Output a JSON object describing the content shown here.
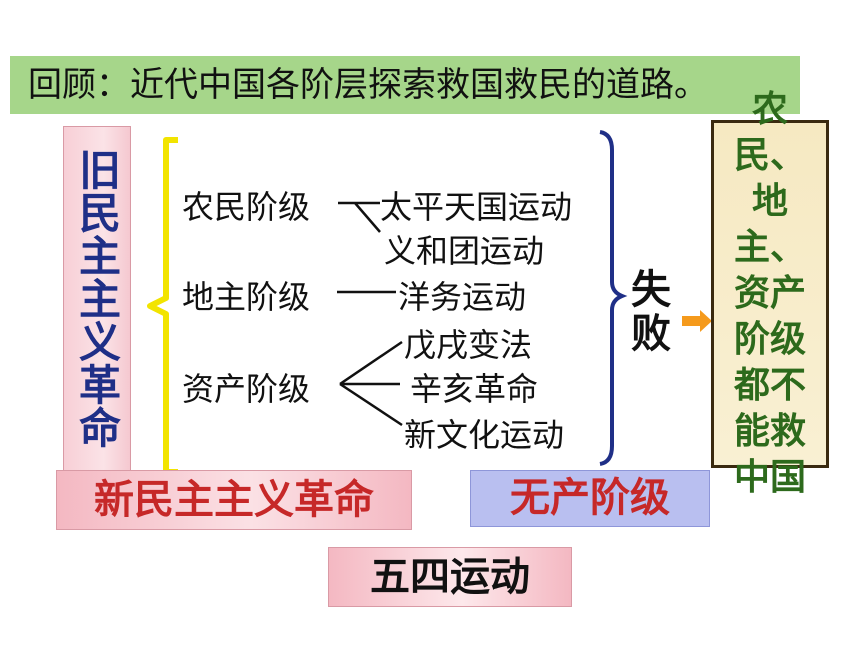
{
  "title": "回顾：近代中国各阶层探索救国救民的道路。",
  "old_revolution": "旧民主主义革命",
  "classes": {
    "peasant": "农民阶级",
    "landlord": "地主阶级",
    "bourgeois": "资产阶级"
  },
  "movements": {
    "taiping": "太平天国运动",
    "boxer": "义和团运动",
    "westernization": "洋务运动",
    "reform": "戊戌变法",
    "xinhai": "辛亥革命",
    "new_culture": "新文化运动"
  },
  "result": "失败",
  "conclusion": "农民、地主、资产阶级都不能救中国",
  "new_revolution": "新民主主义革命",
  "proletariat": "无产阶级",
  "may_fourth": "五四运动",
  "colors": {
    "title_bg": "#a6d68a",
    "bracket_yellow": "#f2e400",
    "bracket_navy": "#1f2f87",
    "arrow_orange": "#f59a1c",
    "red_text": "#c62828",
    "green_text": "#2d6a1c"
  }
}
